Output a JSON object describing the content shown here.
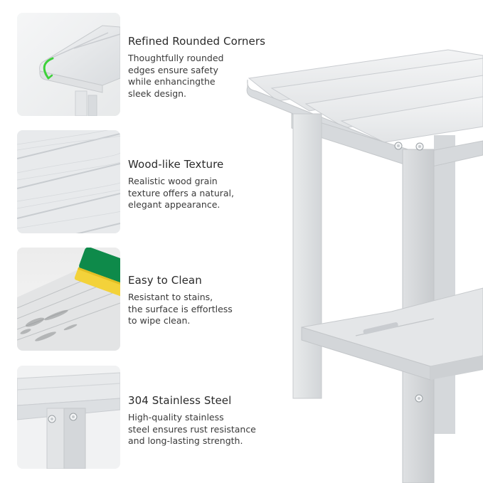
{
  "features": [
    {
      "title": "Refined Rounded Corners",
      "description": "Thoughtfully rounded\nedges ensure safety\nwhile enhancingthe\nsleek design.",
      "image": "rounded-corner-closeup",
      "accent_color": "#3dd13a"
    },
    {
      "title": "Wood-like Texture",
      "description": "Realistic wood grain\ntexture offers a natural,\nelegant appearance.",
      "image": "wood-grain-closeup"
    },
    {
      "title": "Easy to Clean",
      "description": "Resistant to stains,\nthe surface is effortless\nto wipe clean.",
      "image": "sponge-cleaning-closeup",
      "sponge_colors": [
        "#0e8a4a",
        "#f3d23a"
      ]
    },
    {
      "title": "304 Stainless Steel",
      "description": "High-quality stainless\nsteel ensures rust resistance\nand long-lasting strength.",
      "image": "stainless-bolt-closeup"
    }
  ],
  "hero": {
    "image": "white-side-table-two-tier",
    "table_color": "#e9eaeb"
  }
}
